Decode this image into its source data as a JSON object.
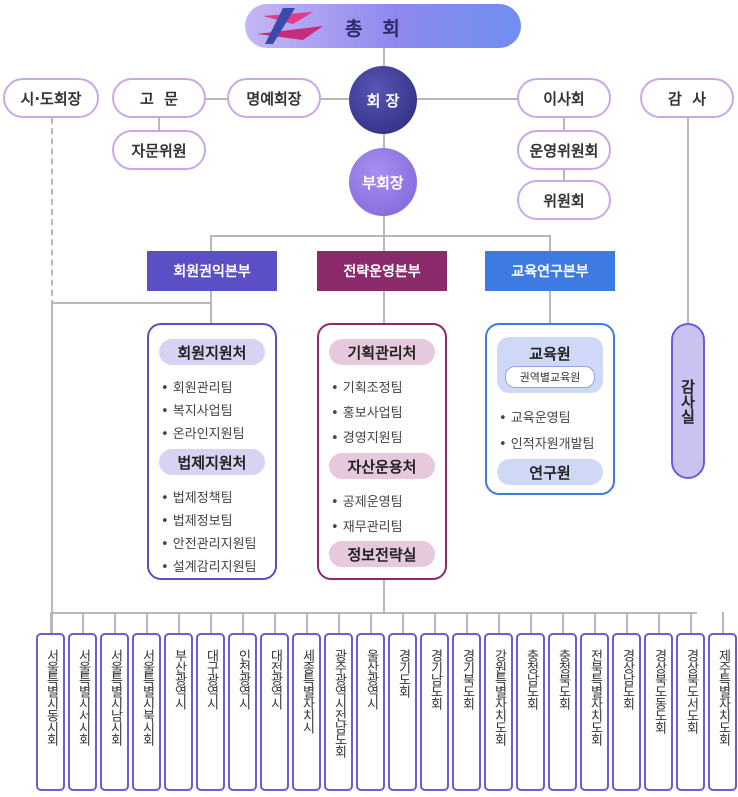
{
  "assembly": "총   회",
  "top_left": {
    "sido": "시·도회장",
    "advisor": "고  문",
    "honorary": "명예회장",
    "advisory_committee": "자문위원"
  },
  "president": "회 장",
  "vice_president": "부회장",
  "right": {
    "board": "이사회",
    "operating": "운영위원회",
    "committee": "위원회",
    "auditor": "감  사"
  },
  "departments": {
    "members": "회원권익본부",
    "strategy": "전략운영본부",
    "education": "교육연구본부"
  },
  "members_box": {
    "head1": "회원지원처",
    "teams1": [
      "• 회원관리팀",
      "• 복지사업팀",
      "• 온라인지원팀"
    ],
    "head2": "법제지원처",
    "teams2": [
      "• 법제정책팀",
      "• 법제정보팀",
      "• 안전관리지원팀",
      "• 설계감리지원팀"
    ]
  },
  "strategy_box": {
    "head1": "기획관리처",
    "teams1": [
      "• 기획조정팀",
      "• 홍보사업팀",
      "• 경영지원팀"
    ],
    "head2": "자산운용처",
    "teams2": [
      "• 공제운영팀",
      "• 재무관리팀"
    ],
    "head3": "정보전략실"
  },
  "education_box": {
    "head1": "교육원",
    "sub": "권역별교육원",
    "teams": [
      "• 교육운영팀",
      "• 인적자원개발팀"
    ],
    "head2": "연구원"
  },
  "audit_office": "감사실",
  "regions": [
    "서울특별시동시회",
    "서울특별시서시회",
    "서울특별시남시회",
    "서울특별시북시회",
    "부산광역시",
    "대구광역시",
    "인천광역시",
    "대전광역시",
    "세종특별자치시",
    "광주광역시전남도회",
    "울산광역시",
    "경기도회",
    "경기남도회",
    "경기북도회",
    "강원특별자치도회",
    "충청남도회",
    "충청북도회",
    "전북특별자치도회",
    "경상남도회",
    "경상북도동도회",
    "경상북도서도회",
    "제주특별자치도회"
  ],
  "colors": {
    "members": "#5b4fc5",
    "strategy": "#8b2a6b",
    "education": "#3d7be0",
    "pill_border": "#c9a8e8",
    "region_border": "#6a5fd0"
  }
}
